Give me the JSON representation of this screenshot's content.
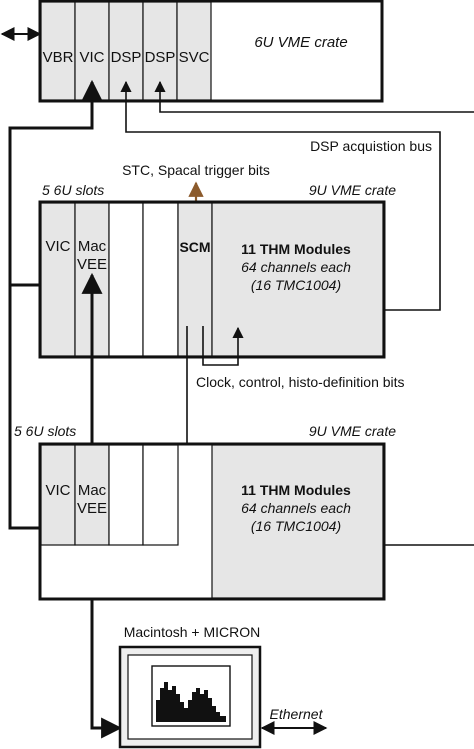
{
  "colors": {
    "crate_fill": "#ffffff",
    "slot_fill": "#e6e6e6",
    "module_fill": "#e6e6e6",
    "stroke": "#111111",
    "trigger_arrow": "#8b5a2b"
  },
  "top_crate": {
    "slots": [
      "VBR",
      "VIC",
      "DSP",
      "DSP",
      "SVC"
    ],
    "label": "6U VME crate"
  },
  "bus_label": "DSP acquistion bus",
  "trigger_label": "STC, Spacal trigger bits",
  "crate1": {
    "slots_label": "5 6U slots",
    "crate_label": "9U VME crate",
    "vic": "VIC",
    "mac_line1": "Mac",
    "mac_line2": "VEE",
    "scm": "SCM",
    "thm_title": "11 THM Modules",
    "thm_line2": "64 channels each",
    "thm_line3": "(16 TMC1004)"
  },
  "clock_label": "Clock, control, histo-definition bits",
  "crate2": {
    "slots_label": "5 6U slots",
    "crate_label": "9U VME crate",
    "vic": "VIC",
    "mac_line1": "Mac",
    "mac_line2": "VEE",
    "thm_title": "11 THM Modules",
    "thm_line2": "64 channels each",
    "thm_line3": "(16 TMC1004)"
  },
  "mac_label": "Macintosh + MICRON",
  "ethernet_label": "Ethernet"
}
